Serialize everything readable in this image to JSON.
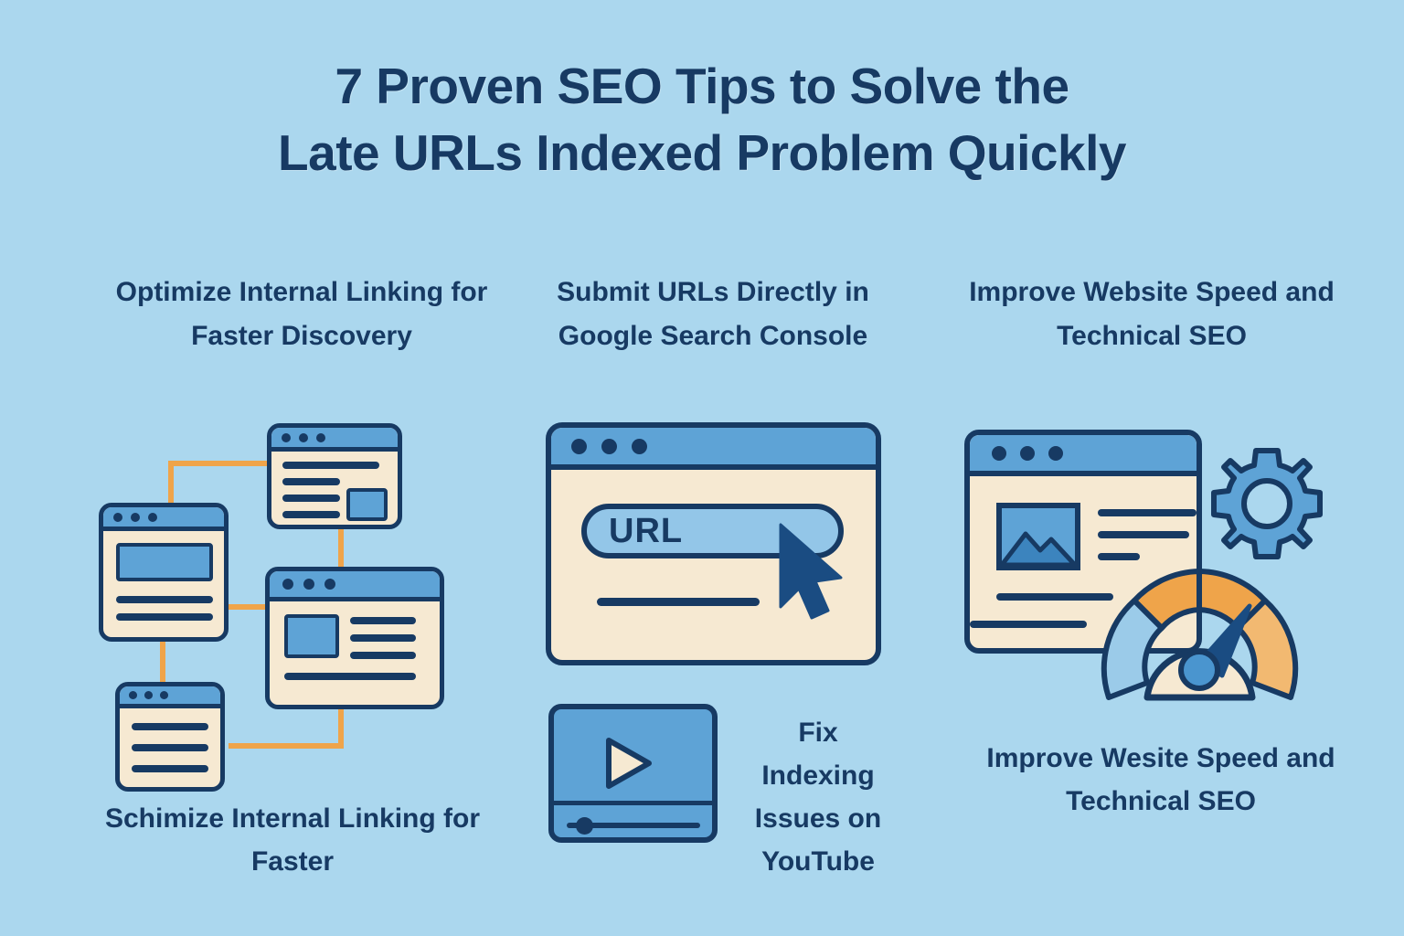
{
  "page": {
    "background_color": "#ABD7EE",
    "ink_color": "#173A63",
    "accent_blue": "#5EA3D6",
    "accent_orange": "#EFA44A",
    "paper_color": "#F6E9D2"
  },
  "title": {
    "line1": "7 Proven SEO Tips to Solve the",
    "line2": "Late URLs Indexed Problem Quickly"
  },
  "columns": [
    {
      "heading": "Optimize Internal Linking for Faster Discovery",
      "caption": "Schimize Internal Linking for Faster",
      "illustration": "internal-linking-diagram"
    },
    {
      "heading": "Submit URLs Directly in Google Search Console",
      "caption": "Fix Indexing Issues on YouTube",
      "illustration": "url-submit-browser"
    },
    {
      "heading": "Improve Website Speed and Technical SEO",
      "caption": "Improve Wesite Speed and Technical SEO",
      "illustration": "speed-gauge-browser"
    }
  ],
  "illustration_labels": {
    "url_field": "URL"
  },
  "icons": {
    "cursor": "cursor-arrow-icon",
    "play": "play-triangle-icon",
    "gear": "gear-icon",
    "gauge": "speedometer-icon",
    "image_placeholder": "image-placeholder-icon"
  }
}
